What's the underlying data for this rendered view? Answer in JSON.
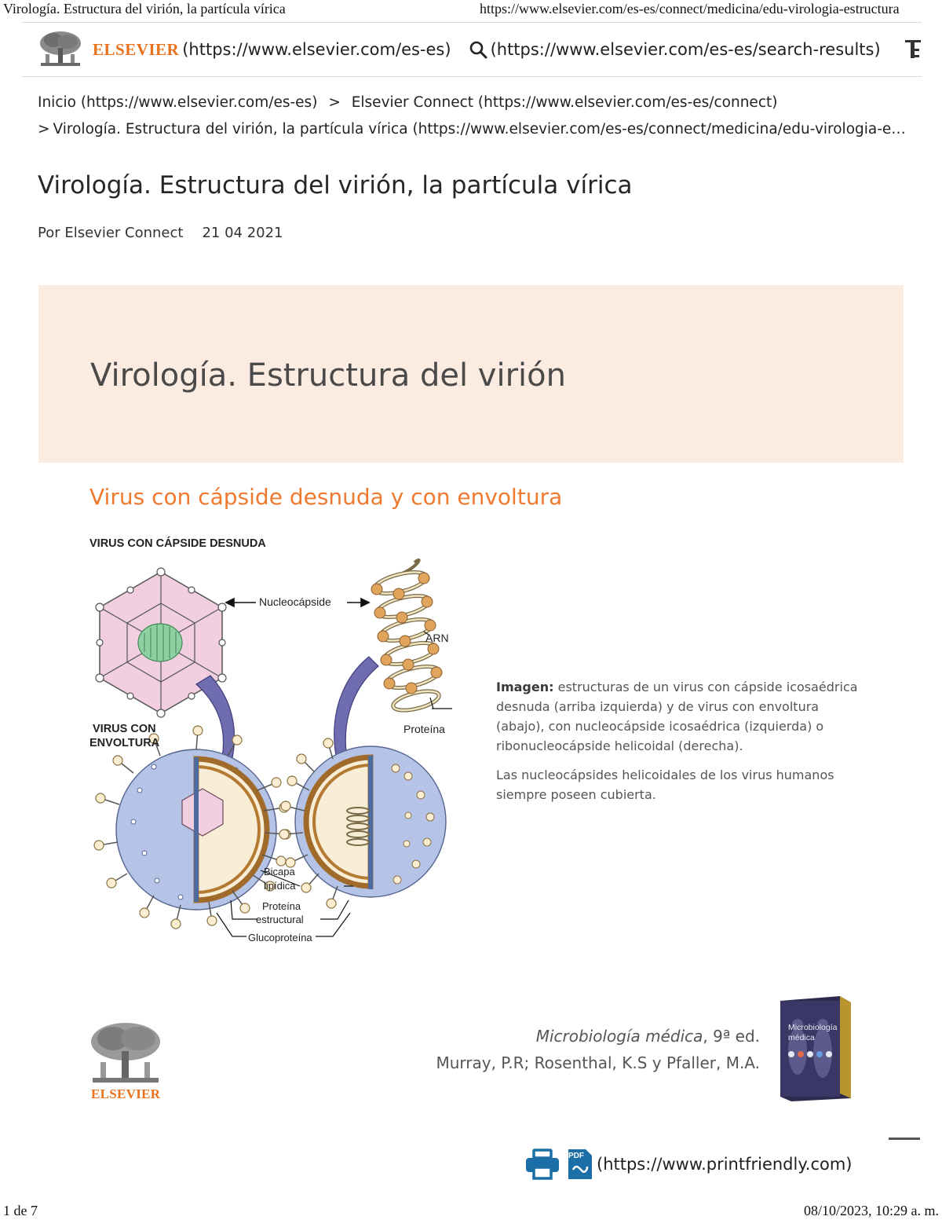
{
  "print_header": {
    "title": "Virología. Estructura del virión, la partícula vírica",
    "url": "https://www.elsevier.com/es-es/connect/medicina/edu-virologia-estructura"
  },
  "header": {
    "brand": "ELSEVIER",
    "home_link": "(https://www.elsevier.com/es-es)",
    "search_link": "(https://www.elsevier.com/es-es/search-results)"
  },
  "breadcrumb": {
    "home": "Inicio (https://www.elsevier.com/es-es)",
    "sep1": ">",
    "connect": "Elsevier Connect (https://www.elsevier.com/es-es/connect)",
    "sep2": ">",
    "current": "Virología. Estructura del virión, la partícula vírica (https://www.elsevier.com/es-es/connect/medicina/edu-virologia-estructura)"
  },
  "article": {
    "title": "Virología. Estructura del virión, la partícula vírica",
    "byline": "Por Elsevier Connect",
    "date": "21 04 2021"
  },
  "banner": {
    "title": "Virología. Estructura del virión"
  },
  "section": {
    "heading": "Virus con cápside desnuda y con envoltura"
  },
  "figure": {
    "label_naked": "VIRUS CON CÁPSIDE DESNUDA",
    "label_envelope_1": "VIRUS CON",
    "label_envelope_2": "ENVOLTURA",
    "label_nucleocapsid": "Nucleocápside",
    "label_arn": "ARN",
    "label_protein": "Proteína",
    "label_bilayer_1": "Bicapa",
    "label_bilayer_2": "lipídica",
    "label_structural_1": "Proteína",
    "label_structural_2": "estructural",
    "label_glyco": "Glucoproteína"
  },
  "caption": {
    "lead": "Imagen:",
    "text1": "estructuras de un virus con cápside icosaédrica desnuda (arriba izquierda) y de virus con envoltura (abajo), con nucleocápside icosaédrica (izquierda) o ribonucleocápside helicoidal (derecha).",
    "text2": "Las nucleocápsides helicoidales de los virus humanos siempre poseen cubierta."
  },
  "reference": {
    "brand": "ELSEVIER",
    "book": "Microbiología médica",
    "edition": ", 9ª ed.",
    "authors": "Murray, P.R; Rosenthal, K.S y Pfaller, M.A.",
    "cover_title_1": "Microbiología",
    "cover_title_2": "médica"
  },
  "printfriendly": {
    "link": "(https://www.printfriendly.com)",
    "pdf_label": "PDF"
  },
  "print_footer": {
    "page": "1 de 7",
    "datetime": "08/10/2023, 10:29 a. m."
  }
}
